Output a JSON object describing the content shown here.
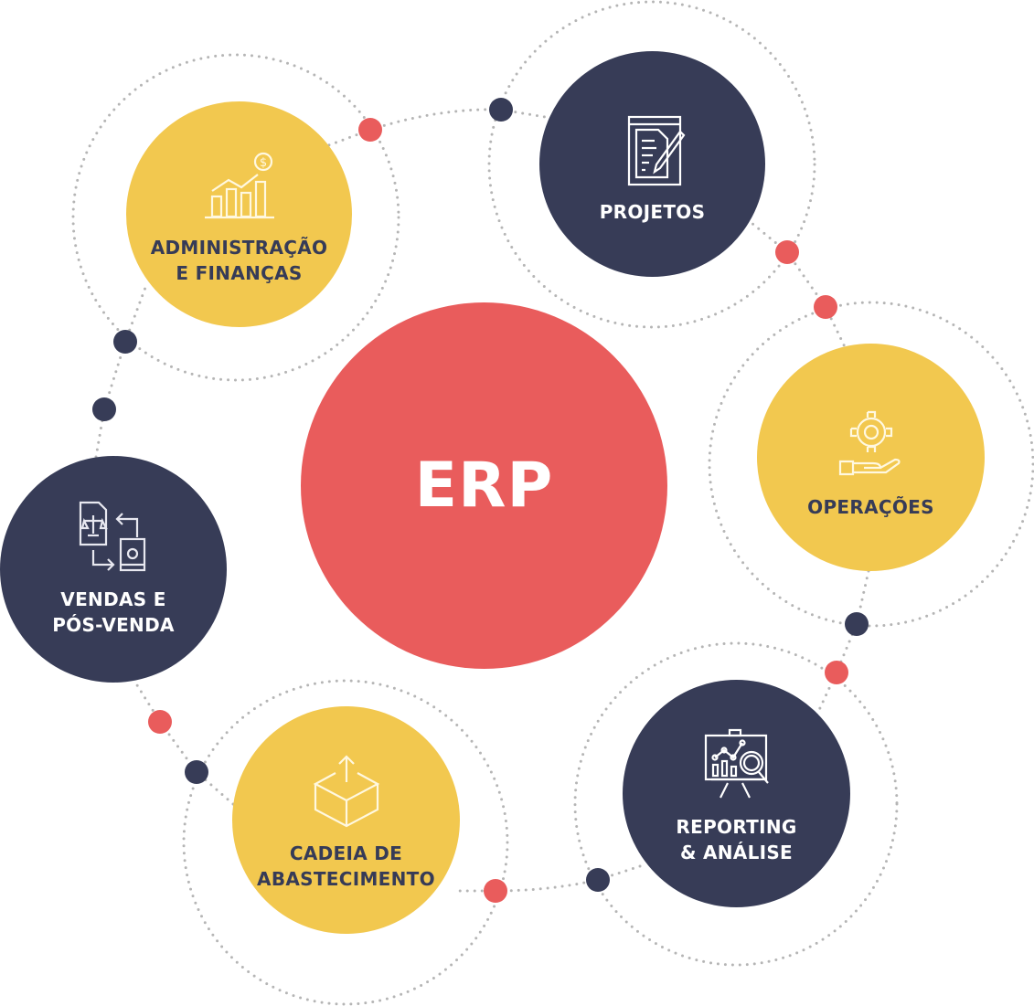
{
  "diagram": {
    "title": "ERP",
    "colors": {
      "center": "#e95c5c",
      "yellow": "#f2c84f",
      "navy": "#373c57",
      "dotted_line": "#b5b5b5",
      "connector_red": "#e95c5c",
      "connector_navy": "#373c57"
    },
    "modules": [
      {
        "id": "admin",
        "label_line1": "ADMINISTRAÇÃO",
        "label_line2": "E FINANÇAS",
        "icon": "finance-chart-icon",
        "color": "yellow"
      },
      {
        "id": "projetos",
        "label_line1": "PROJETOS",
        "label_line2": "",
        "icon": "document-pencil-icon",
        "color": "navy"
      },
      {
        "id": "operacoes",
        "label_line1": "OPERAÇÕES",
        "label_line2": "",
        "icon": "gear-hand-icon",
        "color": "yellow"
      },
      {
        "id": "reporting",
        "label_line1": "REPORTING",
        "label_line2": "& ANÁLISE",
        "icon": "presentation-analysis-icon",
        "color": "navy"
      },
      {
        "id": "cadeia",
        "label_line1": "CADEIA DE",
        "label_line2": "ABASTECIMENTO",
        "icon": "box-upload-icon",
        "color": "yellow"
      },
      {
        "id": "vendas",
        "label_line1": "VENDAS E",
        "label_line2": "PÓS-VENDA",
        "icon": "contract-money-exchange-icon",
        "color": "navy"
      }
    ]
  }
}
